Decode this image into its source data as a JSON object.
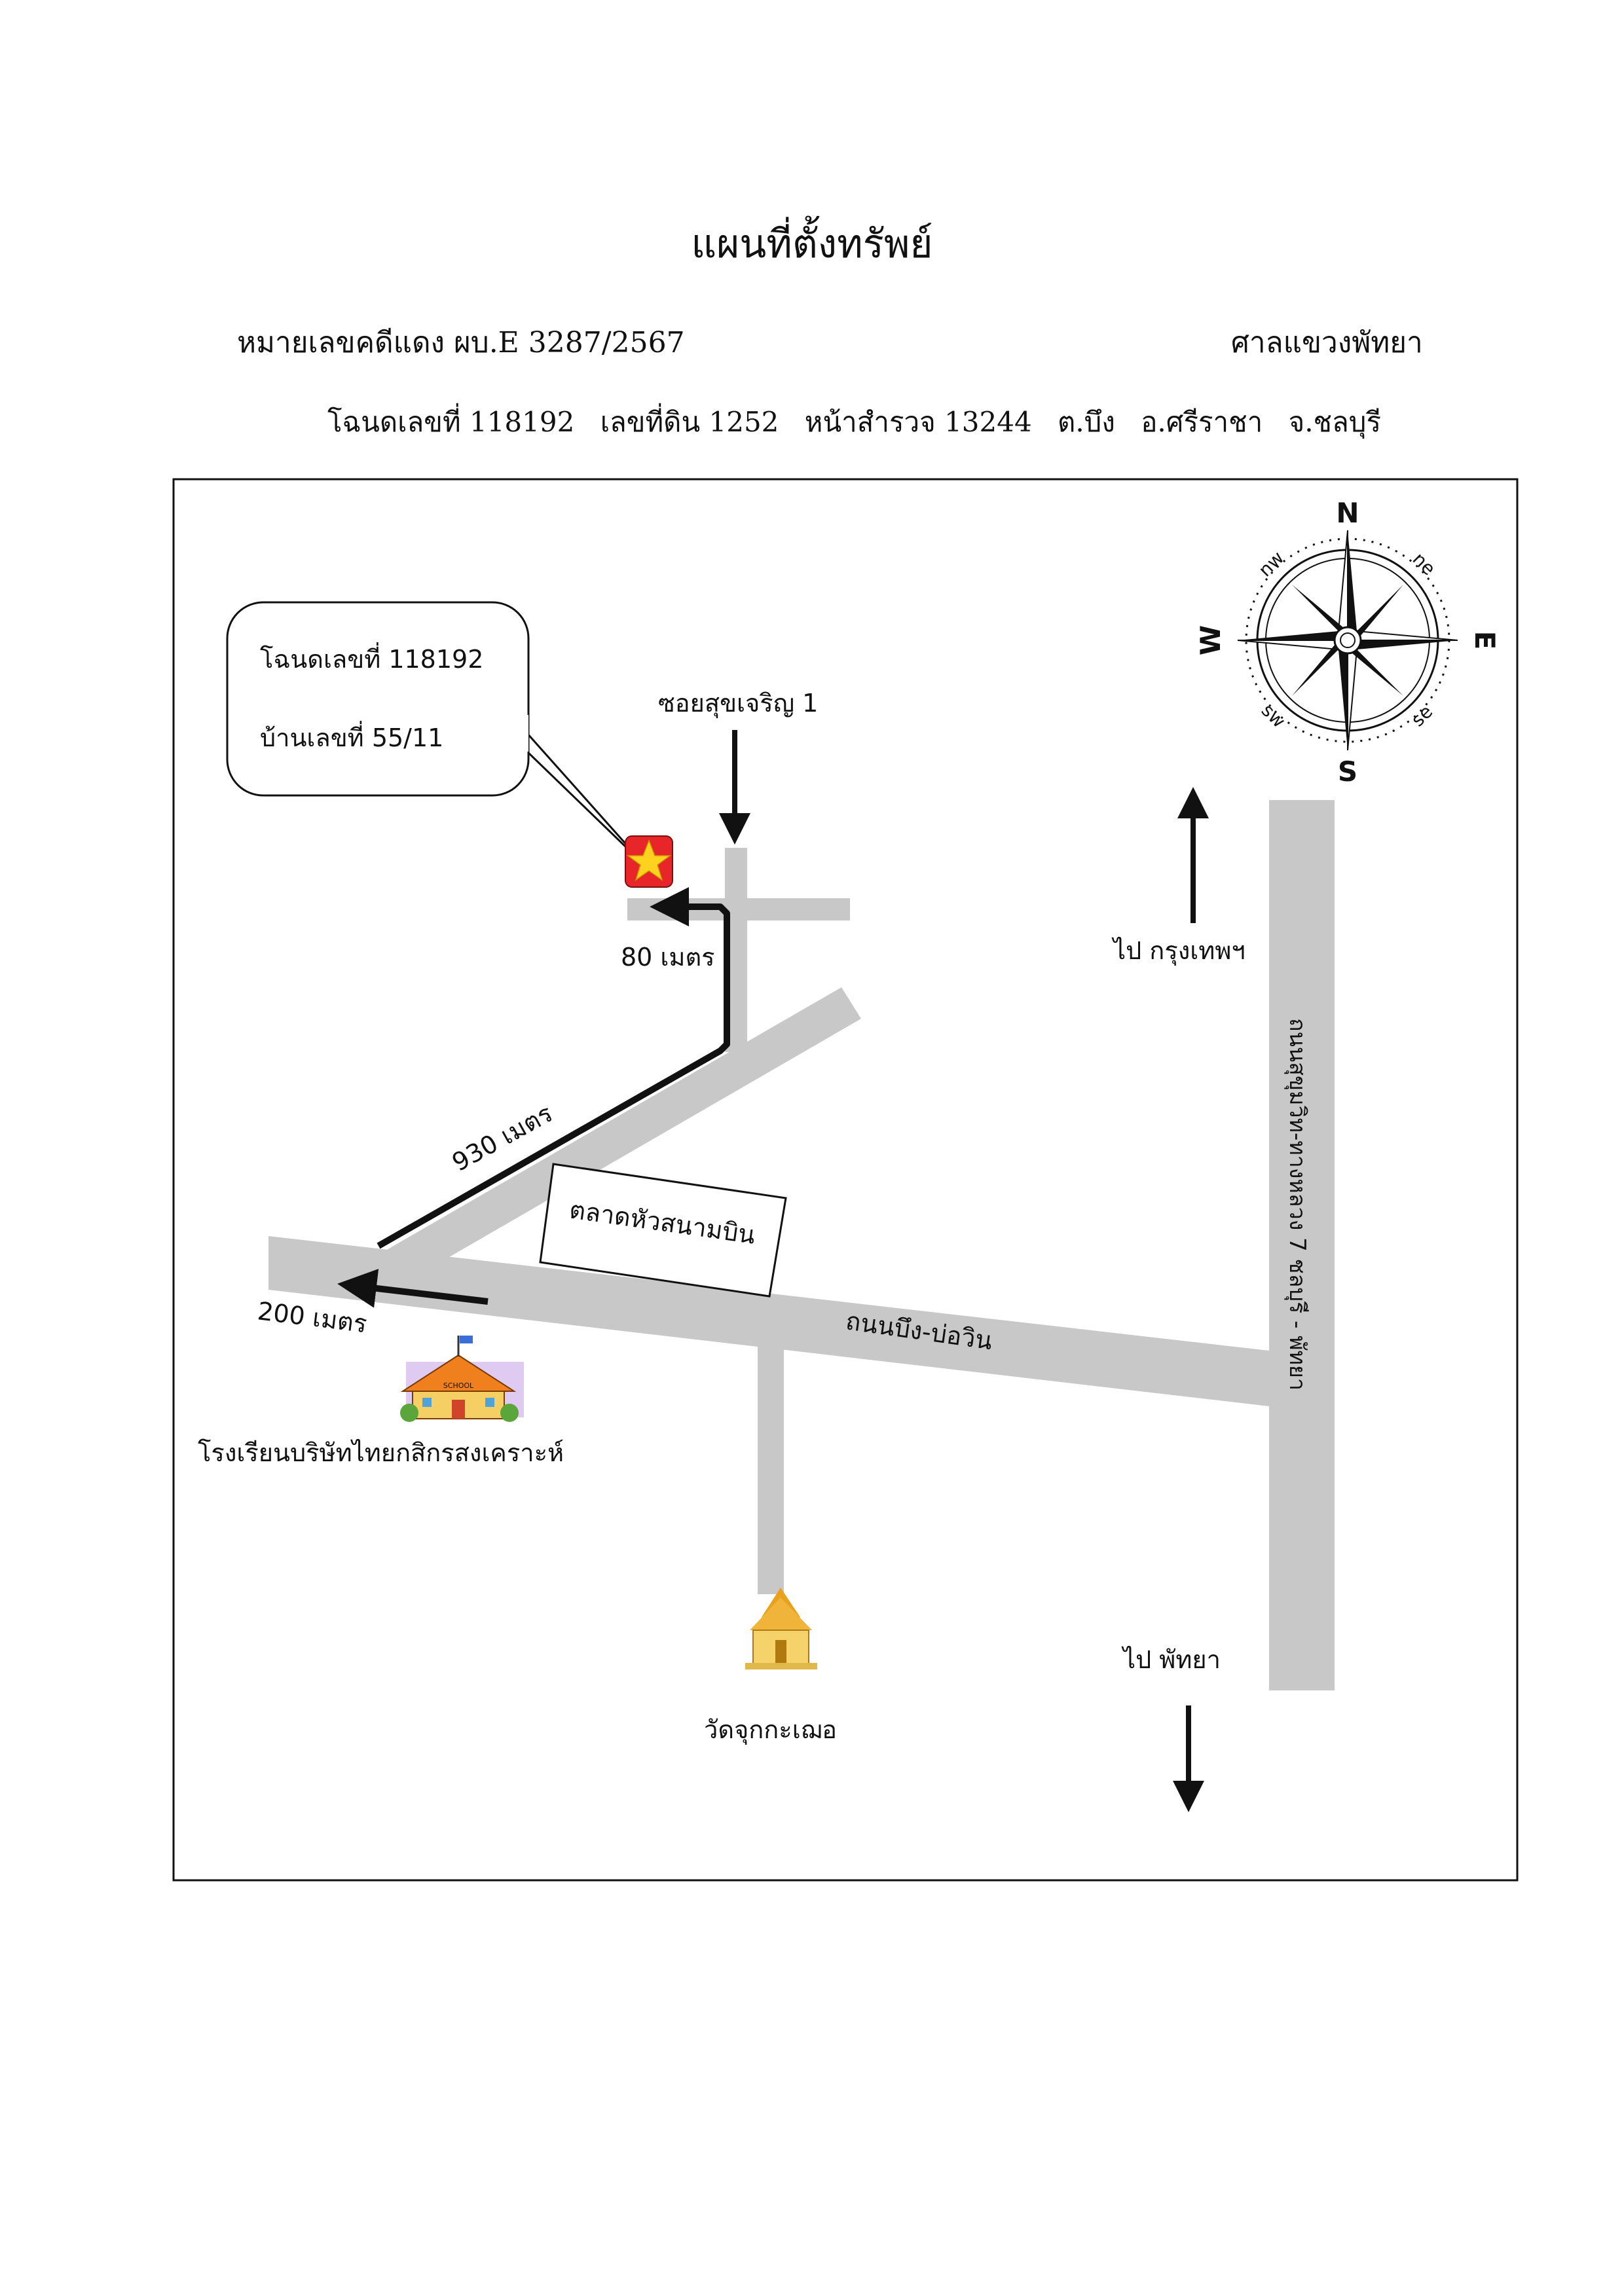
{
  "header": {
    "title": "แผนที่ตั้งทรัพย์",
    "case_number": "หมายเลขคดีแดง   ผบ.E 3287/2567",
    "court": "ศาลแขวงพัทยา",
    "deed_line": [
      "โฉนดเลขที่ 118192",
      "เลขที่ดิน 1252",
      "หน้าสำรวจ  13244",
      "ต.บึง",
      "อ.ศรีราชา",
      "จ.ชลบุรี"
    ]
  },
  "map": {
    "callout": {
      "line1": "โฉนดเลขที่ 118192",
      "line2": "บ้านเลขที่ 55/11"
    },
    "soi_label": "ซอยสุขเจริญ 1",
    "dist_80": "80 เมตร",
    "dist_930": "930 เมตร",
    "dist_200": "200 เมตร",
    "market_label": "ตลาดหัวสนามบิน",
    "road_bueng": "ถนนบึง-บ่อวิน",
    "highway_label": "ถนนสุขุมวิท-ทางหลวง 7 ชลบุรี - พัทยา",
    "to_bangkok": "ไป กรุงเทพฯ",
    "to_pattaya": "ไป พัทยา",
    "school_label": "โรงเรียนบริษัทไทยกสิกรสงเคราะห์",
    "school_sign": "SCHOOL",
    "temple_label": "วัดจุกกะเฌอ",
    "compass": {
      "n": "N",
      "s": "S",
      "e": "E",
      "w": "W",
      "nw": "nw",
      "ne": "ne",
      "sw": "sw",
      "se": "se"
    },
    "colors": {
      "road": "#c8c8c8",
      "marker_bg": "#e8262a",
      "marker_star": "#ffd21f",
      "route": "#111111"
    }
  }
}
